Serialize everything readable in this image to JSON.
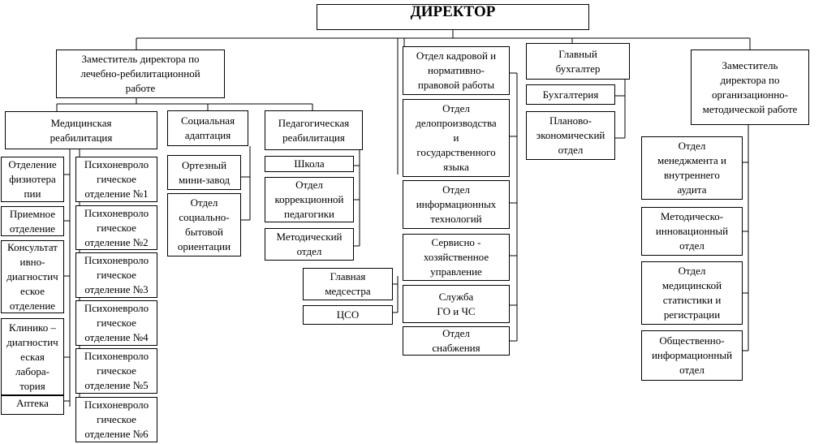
{
  "director": "ДИРЕКТОР",
  "deputy_medical": "Заместитель директора по\nлечебно-ребилитационной\nработе",
  "deputy_org": "Заместитель\nдиректора по\nорганизационно-\nметодической работе",
  "medical_rehab": "Медицинская\nреабилитация",
  "social_adapt": "Социальная\nадаптация",
  "pedagogical_rehab": "Педагогическая\nреабилитация",
  "physio": "Отделение\nфизиотера\nпии",
  "reception": "Приемное\nотделение",
  "consult": "Консультат\nивно-\nдиагностич\nеское\nотделение",
  "lab": "Клинико –\nдиагностич\nеская\nлабора-\nтория",
  "pharmacy": "Аптека",
  "psy": [
    "Психоневроло\nгическое\nотделение №1",
    "Психоневроло\nгическое\nотделение №2",
    "Психоневроло\nгическое\nотделение №3",
    "Психоневроло\nгическое\nотделение №4",
    "Психоневроло\nгическое\nотделение №5",
    "Психоневроло\nгическое\nотделение №6"
  ],
  "orthotic": "Ортезный\nмини-завод",
  "social_dept": "Отдел\nсоциально-\nбытовой\nориентации",
  "school": "Школа",
  "correction": "Отдел\nкоррекционной\nпедагогики",
  "methodical": "Методический\nотдел",
  "head_nurse": "Главная\nмедсестра",
  "cso": "ЦСО",
  "hr": "Отдел кадровой и\nнормативно-\nправовой работы",
  "records": "Отдел\nделопроизводства\nи\nгосударственного\nязыка",
  "it": "Отдел\nинформационных\nтехнологий",
  "service": "Сервисно -\nхозяйственное\nуправление",
  "civil_def": "Служба\nГО и ЧС",
  "supply": "Отдел\nснабжения",
  "chief_acc": "Главный\nбухгалтер",
  "accounting": "Бухгалтерия",
  "planning": "Планово-\nэкономический\nотдел",
  "audit": "Отдел\nменеджмента и\nвнутреннего\nаудита",
  "innovation": "Методическо-\nинновационный\nотдел",
  "stats": "Отдел\nмедицинской\nстатистики и\nрегистрации",
  "public_info": "Общественно-\nинформационный\nотдел"
}
